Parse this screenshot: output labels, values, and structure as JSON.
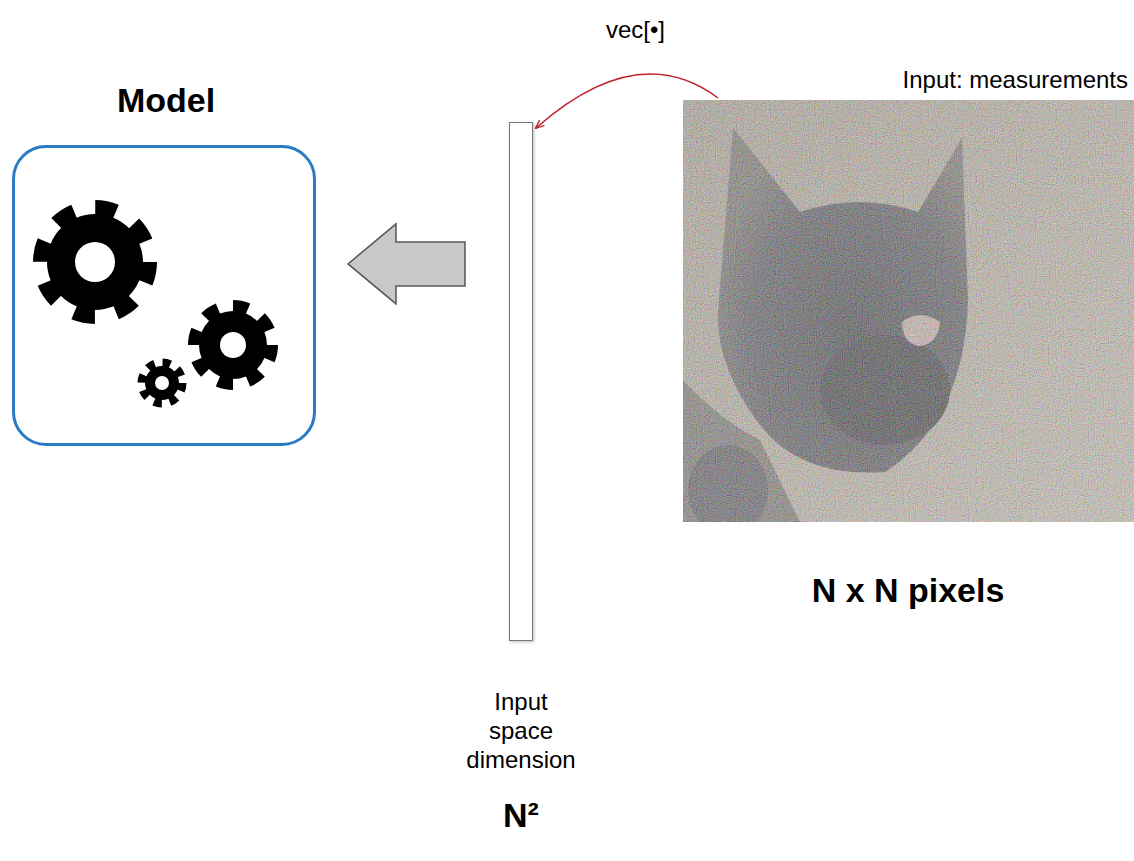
{
  "diagram": {
    "nodes": [
      {
        "text": [
          "Model"
        ]
      },
      {
        "text": [
          "Input space dimension",
          "N²"
        ]
      },
      {
        "text": [
          "Input: measurements",
          "N x N pixels"
        ]
      }
    ],
    "edges": [
      {
        "from": 2,
        "to": 1,
        "label": "vec[•]",
        "arrow": "to"
      },
      {
        "from": 1,
        "to": 0,
        "arrow": "to"
      }
    ]
  }
}
